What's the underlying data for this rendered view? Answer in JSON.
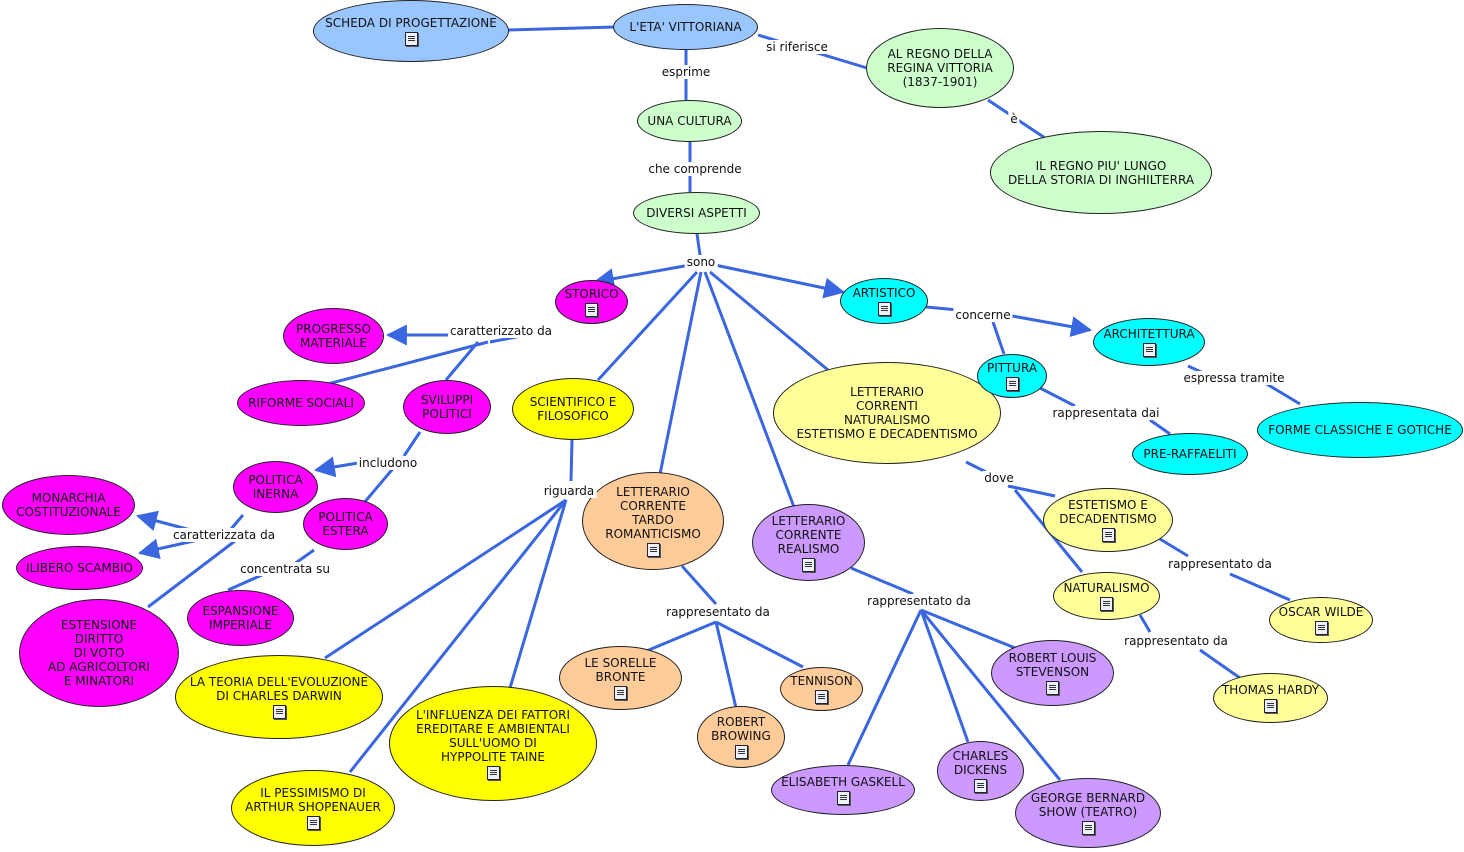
{
  "colors": {
    "line": "#3a67e0",
    "blue": "#99c6ff",
    "green": "#ccffcc",
    "magenta": "#ff00ff",
    "cyan": "#00ffff",
    "yellow": "#ffff00",
    "light_yellow": "#ffff99",
    "peach": "#ffcc99",
    "lavender": "#cc99ff"
  },
  "doc_icon": "document-icon",
  "nodes": {
    "scheda": "SCHEDA DI PROGETTAZIONE",
    "eta": "L'ETA' VITTORIANA",
    "regno": "AL REGNO DELLA\nREGINA VITTORIA\n(1837-1901)",
    "regno_lungo": "IL REGNO PIU' LUNGO\nDELLA STORIA DI INGHILTERRA",
    "cultura": "UNA CULTURA",
    "aspetti": "DIVERSI ASPETTI",
    "storico": "STORICO",
    "progresso": "PROGRESSO\nMATERIALE",
    "riforme": "RIFORME SOCIALI",
    "sviluppi": "SVILUPPI\nPOLITICI",
    "pol_interna": "POLITICA\nINERNA",
    "pol_estera": "POLITICA\nESTERA",
    "monarchia": "MONARCHIA\nCOSTITUZIONALE",
    "libero": "ILIBERO SCAMBIO",
    "estensione": "ESTENSIONE\nDIRITTO\nDI VOTO\nAD AGRICOLTORI\nE MINATORI",
    "espansione": "ESPANSIONE\nIMPERIALE",
    "scientifico": "SCIENTIFICO E\nFILOSOFICO",
    "darwin": "LA TEORIA DELL'EVOLUZIONE\nDI CHARLES DARWIN",
    "taine": "L'INFLUENZA DEI FATTORI\nEREDITARE E AMBIENTALI\nSULL'UOMO DI\nHYPPOLITE TAINE",
    "shopenauer": "IL PESSIMISMO DI\nARTHUR SHOPENAUER",
    "tardo_rom": "LETTERARIO\nCORRENTE\nTARDO\nROMANTICISMO",
    "bronte": "LE SORELLE\nBRONTE",
    "browing": "ROBERT\nBROWING",
    "tennison": "TENNISON",
    "realismo": "LETTERARIO\nCORRENTE\nREALISMO",
    "gaskell": "ELISABETH GASKELL",
    "dickens": "CHARLES\nDICKENS",
    "shaw": "GEORGE BERNARD\nSHOW (TEATRO)",
    "stevenson": "ROBERT LOUIS\nSTEVENSON",
    "correnti": "LETTERARIO\nCORRENTI\nNATURALISMO\nESTETISMO E DECADENTISMO",
    "estetismo": "ESTETISMO E\nDECADENTISMO",
    "naturalismo": "NATURALISMO",
    "wilde": "OSCAR WILDE",
    "hardy": "THOMAS HARDY",
    "artistico": "ARTISTICO",
    "pittura": "PITTURA",
    "architettura": "ARCHITETTURA",
    "preraffaeliti": "PRE-RAFFAELITI",
    "forme": "FORME CLASSICHE E GOTICHE"
  },
  "labels": {
    "esprime": "esprime",
    "si_riferisce": "si riferisce",
    "e": "è",
    "che_comprende": "che comprende",
    "sono": "sono",
    "caratterizzato_da": "caratterizzato da",
    "includono": "includono",
    "caratterizzata_da": "caratterizzata da",
    "concentrata_su": "concentrata su",
    "riguarda": "riguarda",
    "rappresentato_da_1": "rappresentato da",
    "rappresentato_da_2": "rappresentato da",
    "dove": "dove",
    "rappresentato_da_3": "rappresentato da",
    "rappresentato_da_4": "rappresentato da",
    "concerne": "concerne",
    "rappresentata_dai": "rappresentata  dai",
    "espressa_tramite": "espressa tramite"
  }
}
